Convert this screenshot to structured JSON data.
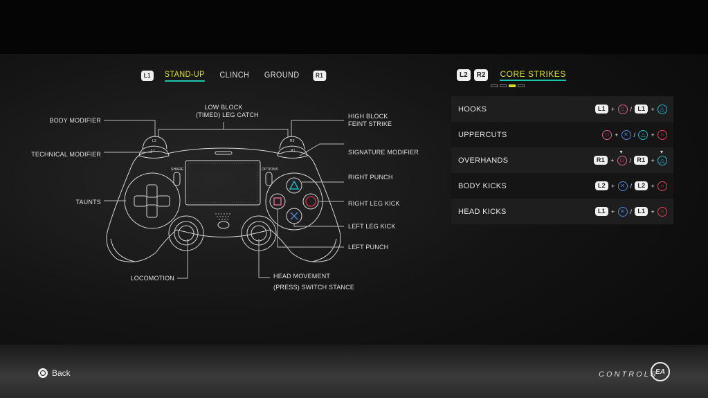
{
  "tabs": {
    "prev_key": "L1",
    "next_key": "R1",
    "items": [
      {
        "label": "STAND-UP",
        "active": true
      },
      {
        "label": "CLINCH",
        "active": false
      },
      {
        "label": "GROUND",
        "active": false
      }
    ]
  },
  "controller": {
    "labels": {
      "body_modifier": "BODY MODIFIER",
      "technical_modifier": "TECHNICAL MODIFIER",
      "taunts": "TAUNTS",
      "low_block_1": "LOW BLOCK",
      "low_block_2": "(TIMED) LEG CATCH",
      "high_block_1": "HIGH BLOCK",
      "high_block_2": "FEINT STRIKE",
      "signature_modifier": "SIGNATURE MODIFIER",
      "right_punch": "RIGHT PUNCH",
      "right_leg_kick": "RIGHT LEG KICK",
      "left_leg_kick": "LEFT LEG KICK",
      "left_punch": "LEFT PUNCH",
      "locomotion": "LOCOMOTION",
      "head_movement_1": "HEAD MOVEMENT",
      "head_movement_2": "(PRESS) SWITCH STANCE",
      "share": "SHARE",
      "options": "OPTIONS",
      "l1": "L1",
      "l2": "L2",
      "r1": "R1",
      "r2": "R2"
    }
  },
  "panel": {
    "keys": [
      "L2",
      "R2"
    ],
    "title": "CORE STRIKES",
    "page_count": 4,
    "current_page": 3,
    "rows": [
      {
        "label": "HOOKS",
        "combo": [
          {
            "k": "L1"
          },
          {
            "t": "+"
          },
          {
            "b": "square"
          },
          {
            "t": "/"
          },
          {
            "k": "L1"
          },
          {
            "t": "+"
          },
          {
            "b": "triangle"
          }
        ]
      },
      {
        "label": "UPPERCUTS",
        "combo": [
          {
            "b": "square"
          },
          {
            "t": "+"
          },
          {
            "b": "cross"
          },
          {
            "t": "/"
          },
          {
            "b": "triangle"
          },
          {
            "t": "+"
          },
          {
            "b": "circle"
          }
        ]
      },
      {
        "label": "OVERHANDS",
        "combo": [
          {
            "k": "R1"
          },
          {
            "t": "+"
          },
          {
            "b": "square",
            "hold": true
          },
          {
            "t": "/"
          },
          {
            "k": "R1"
          },
          {
            "t": "+"
          },
          {
            "b": "triangle",
            "hold": true
          }
        ]
      },
      {
        "label": "BODY KICKS",
        "combo": [
          {
            "k": "L2"
          },
          {
            "t": "+"
          },
          {
            "b": "cross"
          },
          {
            "t": "/"
          },
          {
            "k": "L2"
          },
          {
            "t": "+"
          },
          {
            "b": "circle"
          }
        ]
      },
      {
        "label": "HEAD KICKS",
        "combo": [
          {
            "k": "L1"
          },
          {
            "t": "+"
          },
          {
            "b": "cross"
          },
          {
            "t": "/"
          },
          {
            "k": "L1"
          },
          {
            "t": "+"
          },
          {
            "b": "circle"
          }
        ]
      }
    ]
  },
  "footer": {
    "back_label": "Back",
    "screen_title": "CONTROLS",
    "logo": "EA"
  },
  "colors": {
    "accent": "#d9e021",
    "underline": "#19c8a8",
    "square": "#e0608a",
    "circle": "#e0405a",
    "triangle": "#1fb6c8",
    "cross": "#4a86d8"
  }
}
